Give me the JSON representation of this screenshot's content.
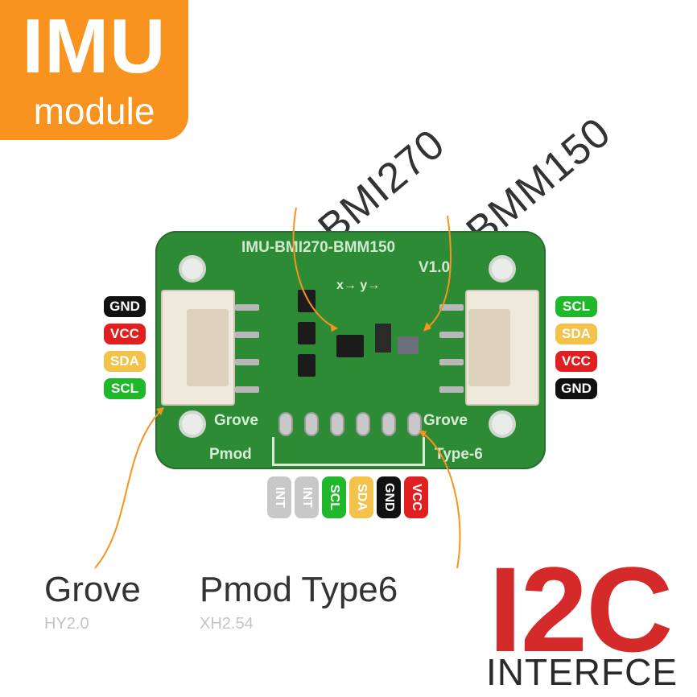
{
  "badge": {
    "title": "IMU",
    "subtitle": "module",
    "color": "#f7931e"
  },
  "chips": {
    "bmi": "BMI270",
    "bmm": "BMM150"
  },
  "board": {
    "title": "IMU-BMI270-BMM150",
    "version": "V1.0",
    "silk_grove_left": "Grove",
    "silk_grove_right": "Grove",
    "silk_pmod": "Pmod",
    "silk_type": "Type-6",
    "silk_axes": "x→ y→"
  },
  "left_pins": [
    "GND",
    "VCC",
    "SDA",
    "SCL"
  ],
  "right_pins": [
    "SCL",
    "SDA",
    "VCC",
    "GND"
  ],
  "bottom_pins": [
    "INT",
    "INT",
    "SCL",
    "SDA",
    "GND",
    "VCC"
  ],
  "pin_colors": {
    "GND": "#111111",
    "VCC": "#e02020",
    "SDA": "#f2c24a",
    "SCL": "#1eb82a",
    "INT": "#c8c8c8"
  },
  "labels": {
    "grove": "Grove",
    "grove_sub": "HY2.0",
    "pmod": "Pmod Type6",
    "pmod_sub": "XH2.54"
  },
  "interface": {
    "title": "I2C",
    "subtitle": "INTERFCE",
    "color": "#d52a2a"
  }
}
